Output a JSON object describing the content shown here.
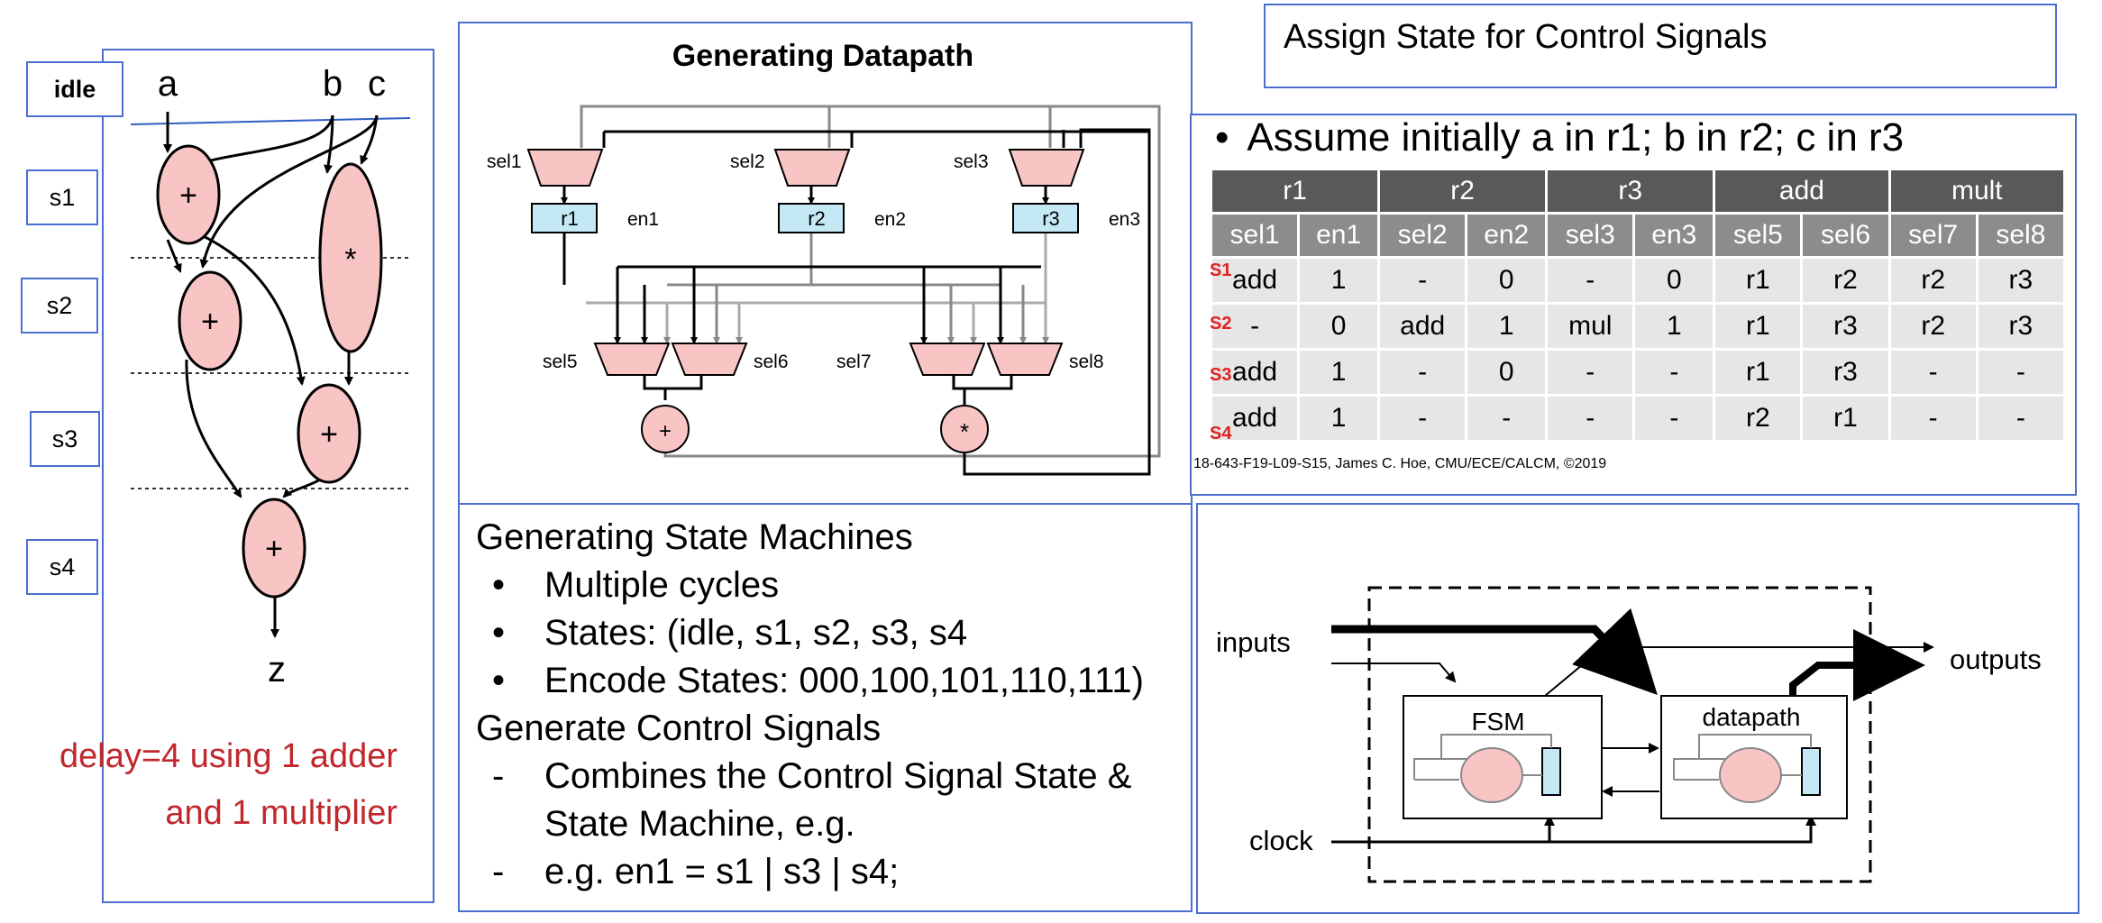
{
  "schedule": {
    "inputs": [
      "a",
      "b",
      "c"
    ],
    "output": "z",
    "states": [
      "idle",
      "s1",
      "s2",
      "s3",
      "s4"
    ],
    "add_op": "+",
    "mult_op": "*",
    "note_line1": "delay=4 using 1 adder",
    "note_line2": "and 1 multiplier",
    "note_color": "#c0282d"
  },
  "datapath": {
    "title": "Generating Datapath",
    "registers": [
      "r1",
      "r2",
      "r3"
    ],
    "enables": [
      "en1",
      "en2",
      "en3"
    ],
    "top_muxes": [
      "sel1",
      "sel2",
      "sel3"
    ],
    "bottom_muxes": [
      "sel5",
      "sel6",
      "sel7",
      "sel8"
    ],
    "adder_op": "+",
    "mult_op": "*"
  },
  "state_machines": {
    "heading1": "Generating State Machines",
    "bullets": [
      "Multiple cycles",
      "States: (idle, s1, s2, s3, s4",
      "Encode States: 000,100,101,110,111)"
    ],
    "heading2": "Generate Control Signals",
    "dash_items": [
      "Combines the Control Signal State &",
      "State Machine, e.g.",
      "e.g. en1 = s1 | s3 | s4;"
    ]
  },
  "assign_title": "Assign State for Control Signals",
  "control_table": {
    "heading": "Assume initially a in r1; b in r2; c in r3",
    "groups": [
      "r1",
      "r2",
      "r3",
      "add",
      "mult"
    ],
    "columns": [
      "sel1",
      "en1",
      "sel2",
      "en2",
      "sel3",
      "en3",
      "sel5",
      "sel6",
      "sel7",
      "sel8"
    ],
    "row_tags": [
      "S1",
      "S2",
      "S3",
      "S4"
    ],
    "rows": [
      [
        "add",
        "1",
        "-",
        "0",
        "-",
        "0",
        "r1",
        "r2",
        "r2",
        "r3"
      ],
      [
        "-",
        "0",
        "add",
        "1",
        "mul",
        "1",
        "r1",
        "r3",
        "r2",
        "r3"
      ],
      [
        "add",
        "1",
        "-",
        "0",
        "-",
        "-",
        "r1",
        "r3",
        "-",
        "-"
      ],
      [
        "add",
        "1",
        "-",
        "-",
        "-",
        "-",
        "r2",
        "r1",
        "-",
        "-"
      ]
    ],
    "footer": "18-643-F19-L09-S15, James C. Hoe, CMU/ECE/CALCM, ©2019"
  },
  "fsm_diagram": {
    "inputs_label": "inputs",
    "outputs_label": "outputs",
    "clock_label": "clock",
    "fsm_label": "FSM",
    "datapath_label": "datapath"
  },
  "colors": {
    "panel_border": "#4a6fd0",
    "node_fill": "#f9c4c4",
    "register_fill": "#c5e8f5",
    "table_header": "#595959",
    "table_subheader": "#8c8c8c",
    "table_cell": "#e6e6e6",
    "state_tag": "#e02020"
  }
}
